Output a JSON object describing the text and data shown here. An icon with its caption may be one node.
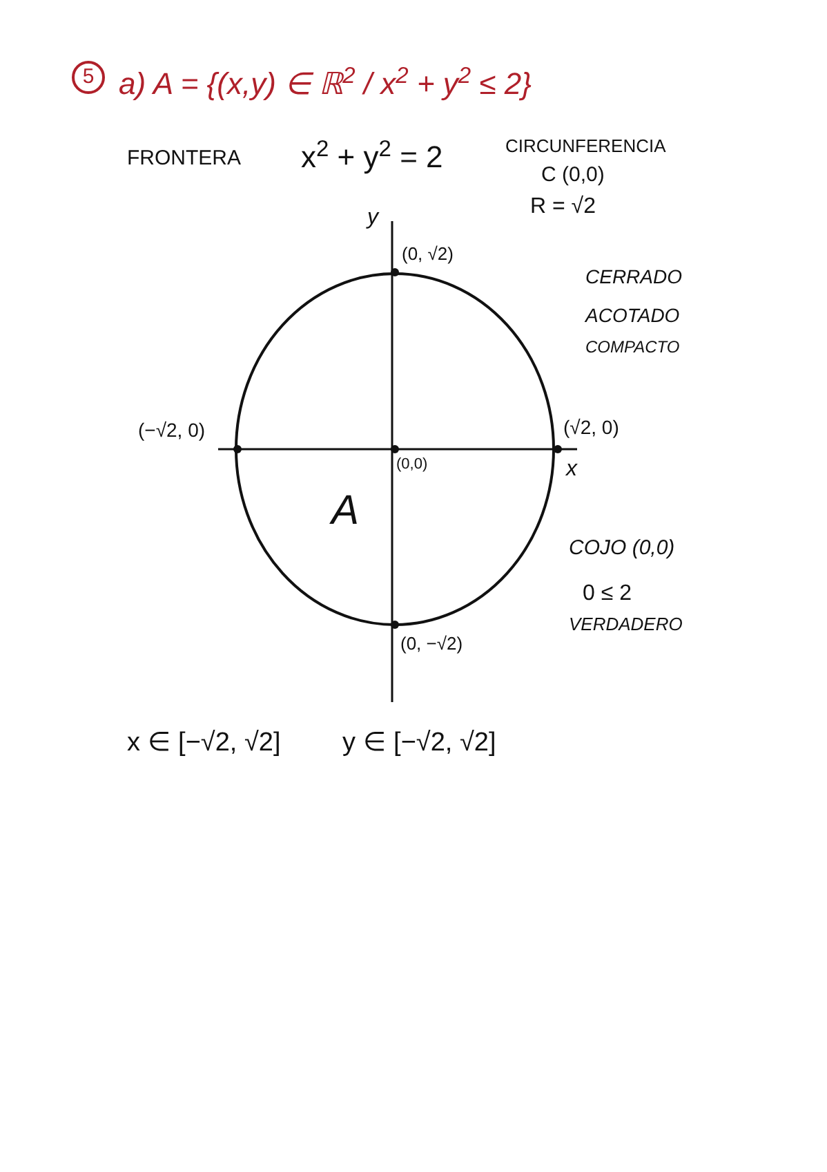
{
  "diagram": {
    "title": "a) A = {(x,y) ∈ ℝ$^{2}$ / x$^{2}$ + y$^{2}$ ≤ 2}",
    "nodes": [
      {
        "text": [
          "A"
        ]
      }
    ],
    "labels": [
      "5",
      "FRONTERA",
      "x$^{2}$ + y$^{2}$ = 2",
      "CIRCUNFERENCIA",
      "C (0,0)",
      "R = √2",
      "y",
      "(0, √2)",
      "CERRADO",
      "ACOTADO",
      "COMPACTO",
      "(−√2, 0)",
      "(√2, 0)",
      "(0,0)",
      "x",
      "COJO (0,0)",
      "0 ≤ 2",
      "VERDADERO",
      "(0, −√2)",
      "x ∈ [−√2, √2]",
      "y ∈ [−√2, √2]"
    ]
  }
}
